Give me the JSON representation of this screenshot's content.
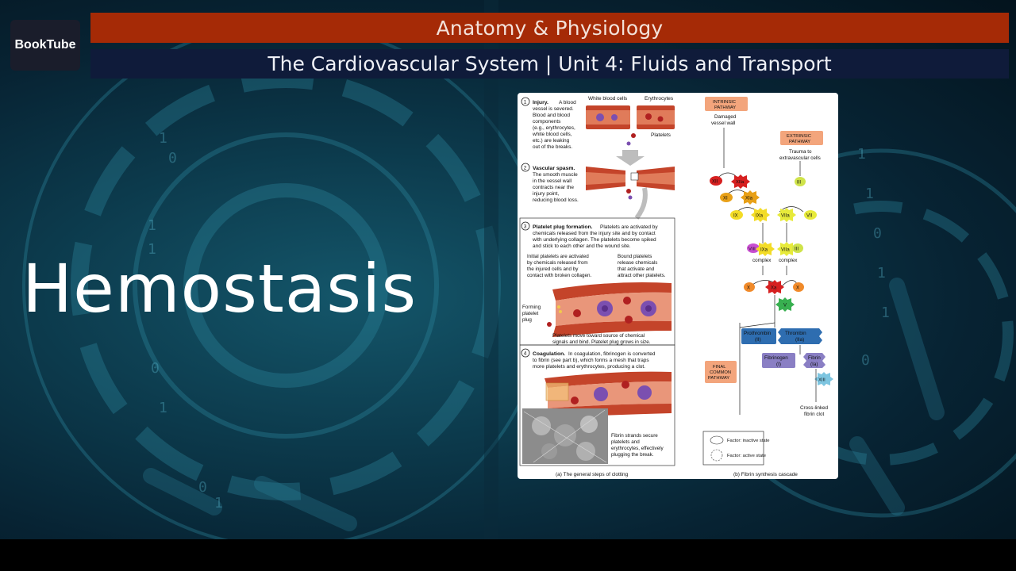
{
  "brand": {
    "logo_text": "BookTube"
  },
  "header": {
    "course": "Anatomy & Physiology",
    "unit": "The Cardiovascular System | Unit 4: Fluids and Transport"
  },
  "slide": {
    "title": "Hemostasis"
  },
  "background": {
    "binary_digits": [
      "1",
      "0",
      "1",
      "1",
      "0",
      "1",
      "1",
      "1",
      "0",
      "1",
      "1",
      "0",
      "0",
      "1"
    ]
  },
  "figure": {
    "steps": {
      "injury": {
        "num": "1",
        "title": "Injury.",
        "lines": [
          "A blood",
          "vessel is severed.",
          "Blood and blood",
          "components",
          "(e.g., erythrocytes,",
          "white blood cells,",
          "etc.) are leaking",
          "out of the breaks."
        ]
      },
      "vascular": {
        "num": "2",
        "title": "Vascular spasm.",
        "lines": [
          "The smooth muscle",
          "in the vessel wall",
          "contracts near the",
          "injury point,",
          "reducing blood loss."
        ]
      },
      "platelet": {
        "num": "3",
        "title": "Platelet plug formation.",
        "lines": [
          "Platelets are activated by",
          "chemicals released from the injury site and by contact",
          "with underlying collagen. The platelets become spiked",
          "and stick to each other and the wound site."
        ]
      },
      "initial_platelets": [
        "Initial platelets are activated",
        "by chemicals released from",
        "the injured cells and by",
        "contact with broken collagen."
      ],
      "bound_platelets": [
        "Bound platelets",
        "release chemicals",
        "that activate and",
        "attract other platelets."
      ],
      "forming_plug": [
        "Forming",
        "platelet",
        "plug"
      ],
      "platelets_move": [
        "Platelets move toward source of chemical",
        "signals and bind. Platelet plug grows in size."
      ],
      "coagulation": {
        "num": "4",
        "title": "Coagulation.",
        "lines": [
          "In coagulation, fibrinogen is converted",
          "to fibrin (see part b), which forms a mesh that traps",
          "more platelets and erythrocytes, producing a clot."
        ]
      },
      "fibrin_strands": [
        "Fibrin strands secure",
        "platelets and",
        "erythrocytes, effectively",
        "plugging the break."
      ]
    },
    "cell_labels": {
      "wbc": "White blood cells",
      "rbc": "Erythrocytes",
      "platelets": "Platelets"
    },
    "cascade": {
      "intrinsic": [
        "INTRINSIC",
        "PATHWAY"
      ],
      "intrinsic_sub": [
        "Damaged",
        "vessel wall"
      ],
      "extrinsic": [
        "EXTRINSIC",
        "PATHWAY"
      ],
      "extrinsic_sub": [
        "Trauma to",
        "extravascular cells"
      ],
      "factors": {
        "xii": "XII",
        "xiia": "XIIa",
        "xi": "XI",
        "xia": "XIa",
        "ix": "IX",
        "ixa": "IXa",
        "iii": "III",
        "vii": "VII",
        "viia": "VIIa",
        "viii": "VIII",
        "x": "X",
        "xa": "Xa",
        "v": "V",
        "xiii": "XIII"
      },
      "complex_left": "complex",
      "complex_right": "complex",
      "final": [
        "FINAL",
        "COMMON",
        "PATHWAY"
      ],
      "prothrombin": [
        "Prothrombin",
        "(II)"
      ],
      "thrombin": [
        "Thrombin",
        "(IIa)"
      ],
      "fibrinogen": [
        "Fibrinogen",
        "(I)"
      ],
      "fibrin": [
        "Fibrin",
        "(Ia)"
      ],
      "clot": [
        "Cross-linked",
        "fibrin clot"
      ],
      "legend_inactive": "Factor: inactive state",
      "legend_active": "Factor: active state"
    },
    "caption_a": "(a) The general steps of clotting",
    "caption_b": "(b) Fibrin synthesis cascade",
    "colors": {
      "accent_orange": "#a52a06",
      "unit_navy": "#0f1b3a",
      "vessel": "#b83a26",
      "cell": "#7b4fb0",
      "cascade_blue": "#2e6db0",
      "cascade_lavender": "#8a7fc4"
    }
  }
}
